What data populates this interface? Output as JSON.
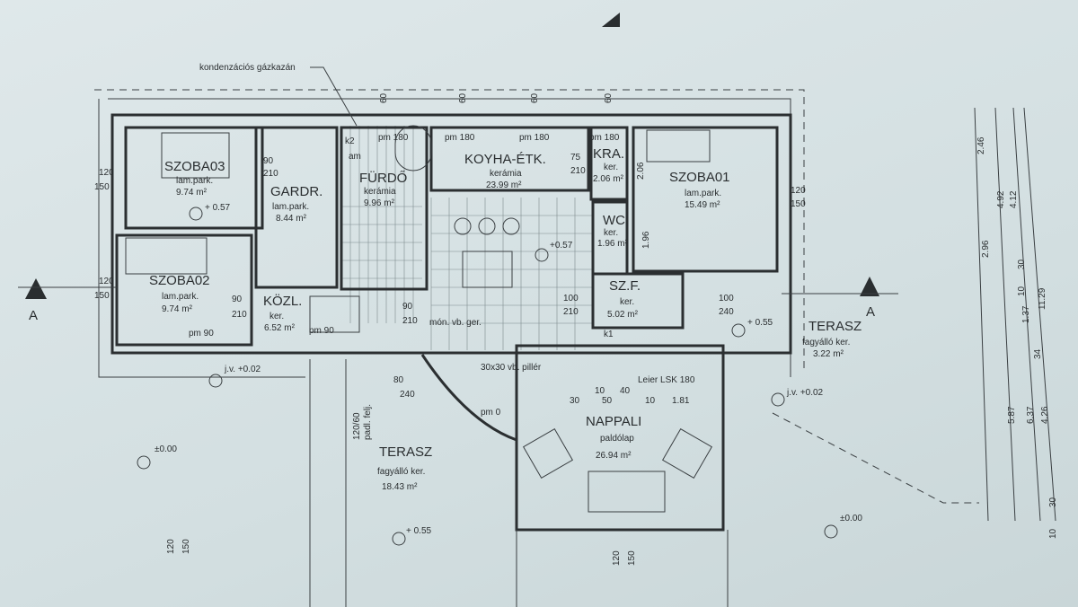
{
  "title_note": "kondenzációs gázkazán",
  "rooms": [
    {
      "id": "szoba03",
      "name": "SZOBA03",
      "floor": "lam.park.",
      "area": "9.74 m²"
    },
    {
      "id": "szoba02",
      "name": "SZOBA02",
      "floor": "lam.park.",
      "area": "9.74 m²"
    },
    {
      "id": "gardr",
      "name": "GARDR.",
      "floor": "lam.park.",
      "area": "8.44 m²"
    },
    {
      "id": "furdo",
      "name": "FÜRDŐ",
      "floor": "kerámia",
      "area": "9.96 m²"
    },
    {
      "id": "kozl",
      "name": "KÖZL.",
      "floor": "ker.",
      "area": "6.52 m²"
    },
    {
      "id": "konyha",
      "name": "KOYHA-ÉTK.",
      "floor": "kerámia",
      "area": "23.99 m²"
    },
    {
      "id": "kamra",
      "name": "KRA.",
      "floor": "ker.",
      "area": "2.06 m²"
    },
    {
      "id": "wc",
      "name": "WC",
      "floor": "ker.",
      "area": "1.96 m²"
    },
    {
      "id": "szoba01",
      "name": "SZOBA01",
      "floor": "lam.park.",
      "area": "15.49 m²"
    },
    {
      "id": "szf",
      "name": "SZ.F.",
      "floor": "ker.",
      "area": "5.02 m²"
    },
    {
      "id": "nappali",
      "name": "NAPPALI",
      "floor": "paldólap",
      "area": "26.94 m²"
    },
    {
      "id": "terasz1",
      "name": "TERASZ",
      "floor": "fagyálló ker.",
      "area": "18.43 m²"
    },
    {
      "id": "terasz2",
      "name": "TERASZ",
      "floor": "fagyálló ker.",
      "area": "3.22 m²"
    }
  ],
  "annotations": {
    "mon_vb_ger": "món. vb. ger.",
    "piller": "30x30 vb. pillér",
    "leier": "Leier LSK 180",
    "padl_felj": "padl. felj.",
    "padl_dim": "120/60",
    "k1": "k1",
    "k2": "k2",
    "am": "am",
    "section_a_left": "A",
    "section_a_right": "A"
  },
  "levels": {
    "l057a": "+ 0.57",
    "l057b": "+0.57",
    "l055a": "+ 0.55",
    "l055b": "+ 0.55",
    "l000a": "±0.00",
    "l000b": "±0.00",
    "jv002a": "j.v. +0.02",
    "jv002b": "j.v. +0.02"
  },
  "openings": {
    "pm180": "pm 180",
    "pm90": "pm 90",
    "pm0": "pm 0",
    "w120": "120",
    "w150": "150",
    "d90": "90",
    "d210": "210",
    "d75": "75",
    "d100": "100",
    "d240": "240",
    "d80": "80",
    "d60": "60",
    "d10": "10",
    "d50": "50",
    "d40": "40",
    "d30": "30",
    "d181": "1.81",
    "d206": "2.06",
    "d196": "1.96"
  },
  "right_dims": [
    "2.46",
    "4.92",
    "4.12",
    "2.96",
    "30",
    "10",
    "1.37",
    "11.29",
    "34",
    "5.87",
    "6.37",
    "4.26",
    "30",
    "10"
  ]
}
